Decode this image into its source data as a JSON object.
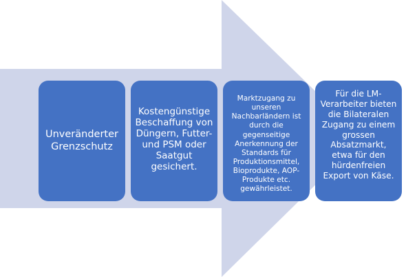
{
  "colors": {
    "arrow": "#cfd5ea",
    "box": "#4472c4",
    "text": "#ffffff"
  },
  "steps": [
    {
      "text": "Unveränderter Grenzschutz"
    },
    {
      "text": "Kostengünstige Beschaffung von Düngern, Futter- und PSM oder Saatgut gesichert."
    },
    {
      "text": "Marktzugang zu unseren Nachbarländern ist durch die gegenseitige Anerkennung der Standards für Produktionsmittel, Bioprodukte, AOP-Produkte etc. gewährleistet."
    },
    {
      "text": "Für die LM-Verarbeiter bieten die Bilateralen Zugang zu einem grossen Absatzmarkt, etwa für den hürdenfreien Export von Käse."
    }
  ]
}
